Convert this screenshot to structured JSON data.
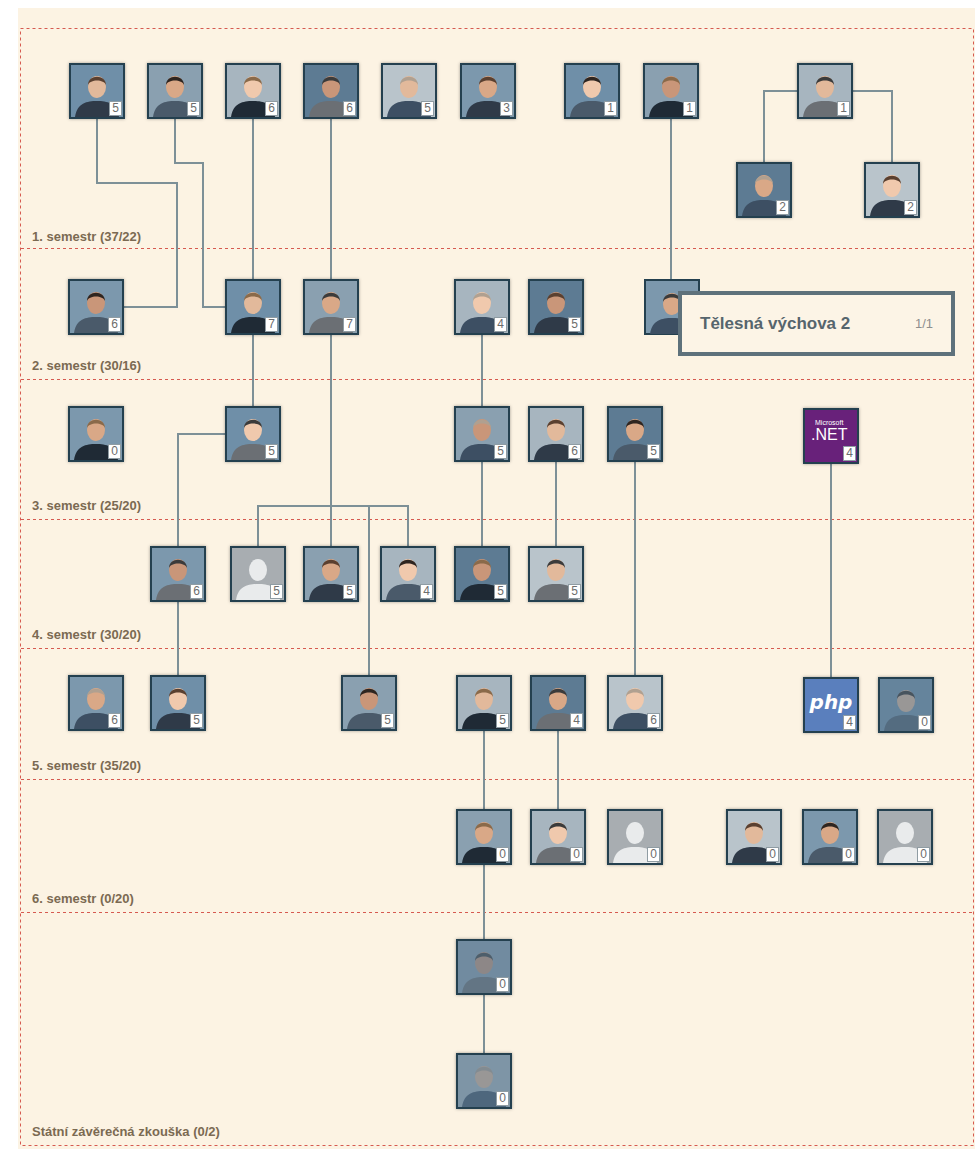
{
  "diagram": {
    "nodes": [
      {
        "text": [
          "5"
        ]
      },
      {
        "text": [
          "5"
        ]
      },
      {
        "text": [
          "6"
        ]
      },
      {
        "text": [
          "6"
        ]
      },
      {
        "text": [
          "5"
        ]
      },
      {
        "text": [
          "3"
        ]
      },
      {
        "text": [
          "1"
        ]
      },
      {
        "text": [
          "1"
        ]
      },
      {
        "text": [
          "1"
        ]
      },
      {
        "text": [
          "2"
        ]
      },
      {
        "text": [
          "2"
        ]
      },
      {
        "text": [
          "6"
        ]
      },
      {
        "text": [
          "7"
        ]
      },
      {
        "text": [
          "7"
        ]
      },
      {
        "text": [
          "4"
        ]
      },
      {
        "text": [
          "5"
        ]
      },
      {
        "text": [
          "Tělesná výchova 2",
          "1/1"
        ]
      },
      {
        "text": [
          "0"
        ]
      },
      {
        "text": [
          "5"
        ]
      },
      {
        "text": [
          "5"
        ]
      },
      {
        "text": [
          "6"
        ]
      },
      {
        "text": [
          "5"
        ]
      },
      {
        "text": [
          "Microsoft",
          ".NET",
          "4"
        ]
      },
      {
        "text": [
          "6"
        ]
      },
      {
        "text": [
          "5"
        ]
      },
      {
        "text": [
          "5"
        ]
      },
      {
        "text": [
          "4"
        ]
      },
      {
        "text": [
          "5"
        ]
      },
      {
        "text": [
          "5"
        ]
      },
      {
        "text": [
          "6"
        ]
      },
      {
        "text": [
          "5"
        ]
      },
      {
        "text": [
          "5"
        ]
      },
      {
        "text": [
          "5"
        ]
      },
      {
        "text": [
          "4"
        ]
      },
      {
        "text": [
          "6"
        ]
      },
      {
        "text": [
          "php",
          "4"
        ]
      },
      {
        "text": [
          "0"
        ]
      },
      {
        "text": [
          "0"
        ]
      },
      {
        "text": [
          "0"
        ]
      },
      {
        "text": [
          "0"
        ]
      },
      {
        "text": [
          "0"
        ]
      },
      {
        "text": [
          "0"
        ]
      },
      {
        "text": [
          "0"
        ]
      },
      {
        "text": [
          "0"
        ]
      },
      {
        "text": [
          "0"
        ]
      }
    ],
    "edges": [
      {
        "from": 0,
        "to": 11,
        "arrow": "none"
      },
      {
        "from": 1,
        "to": 12,
        "arrow": "none"
      },
      {
        "from": 2,
        "to": 12,
        "arrow": "none"
      },
      {
        "from": 3,
        "to": 13,
        "arrow": "none"
      },
      {
        "from": 8,
        "to": 9,
        "arrow": "none"
      },
      {
        "from": 8,
        "to": 10,
        "arrow": "none"
      },
      {
        "from": 12,
        "to": 18,
        "arrow": "none"
      },
      {
        "from": 13,
        "to": 24,
        "arrow": "none"
      },
      {
        "from": 13,
        "to": 25,
        "arrow": "none"
      },
      {
        "from": 13,
        "to": 26,
        "arrow": "none"
      },
      {
        "from": 13,
        "to": 31,
        "arrow": "none"
      },
      {
        "from": 14,
        "to": 19,
        "arrow": "none"
      },
      {
        "from": 18,
        "to": 23,
        "arrow": "none"
      },
      {
        "from": 19,
        "to": 27,
        "arrow": "none"
      },
      {
        "from": 20,
        "to": 28,
        "arrow": "none"
      },
      {
        "from": 21,
        "to": 34,
        "arrow": "none"
      },
      {
        "from": 22,
        "to": 35,
        "arrow": "none"
      },
      {
        "from": 23,
        "to": 30,
        "arrow": "none"
      },
      {
        "from": 32,
        "to": 37,
        "arrow": "none"
      },
      {
        "from": 33,
        "to": 38,
        "arrow": "none"
      },
      {
        "from": 37,
        "to": 43,
        "arrow": "none"
      },
      {
        "from": 43,
        "to": 44,
        "arrow": "none"
      }
    ],
    "labels": [
      "1. semestr (37/22)",
      "2. semestr (30/16)",
      "3. semestr (25/20)",
      "4. semestr (30/20)",
      "5. semestr (35/20)",
      "6. semestr (0/20)",
      "Státní závěrečná zkouška (0/2)"
    ]
  }
}
